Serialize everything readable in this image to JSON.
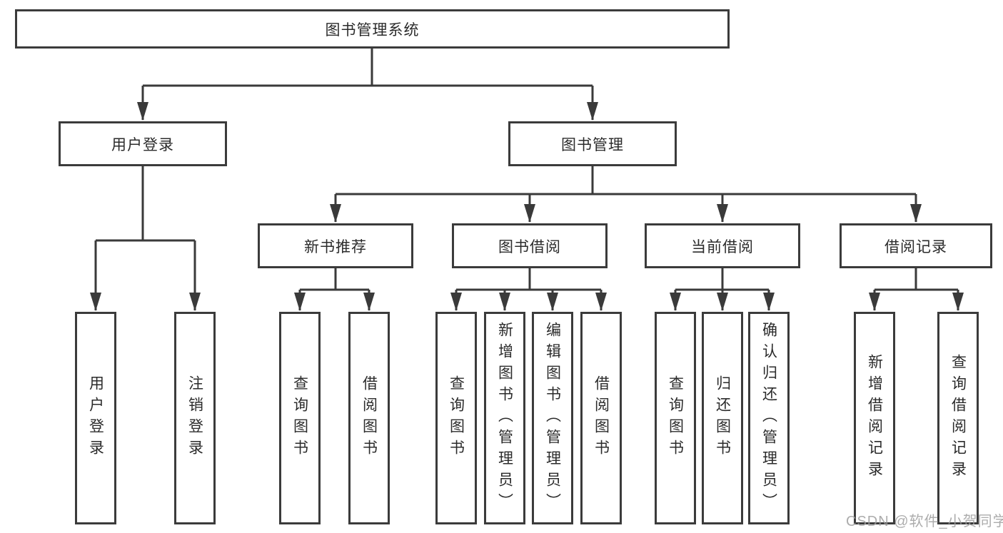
{
  "tree": {
    "label": "图书管理系统",
    "children": [
      {
        "label": "用户登录",
        "children": [
          {
            "label": "用户登录"
          },
          {
            "label": "注销登录"
          }
        ]
      },
      {
        "label": "图书管理",
        "children": [
          {
            "label": "新书推荐",
            "children": [
              {
                "label": "查询图书"
              },
              {
                "label": "借阅图书"
              }
            ]
          },
          {
            "label": "图书借阅",
            "children": [
              {
                "label": "查询图书"
              },
              {
                "label": "新增图书（管理员）"
              },
              {
                "label": "编辑图书（管理员）"
              },
              {
                "label": "借阅图书"
              }
            ]
          },
          {
            "label": "当前借阅",
            "children": [
              {
                "label": "查询图书"
              },
              {
                "label": "归还图书"
              },
              {
                "label": "确认归还（管理员）"
              }
            ]
          },
          {
            "label": "借阅记录",
            "children": [
              {
                "label": "新增借阅记录"
              },
              {
                "label": "查询借阅记录"
              }
            ]
          }
        ]
      }
    ]
  },
  "watermark": "CSDN @软件_小贺同学",
  "colors": {
    "line": "#3a3a3a",
    "border": "#3b3b3b",
    "text": "#2b2b2b",
    "background": "#ffffff",
    "watermark": "#9e9e9e"
  }
}
